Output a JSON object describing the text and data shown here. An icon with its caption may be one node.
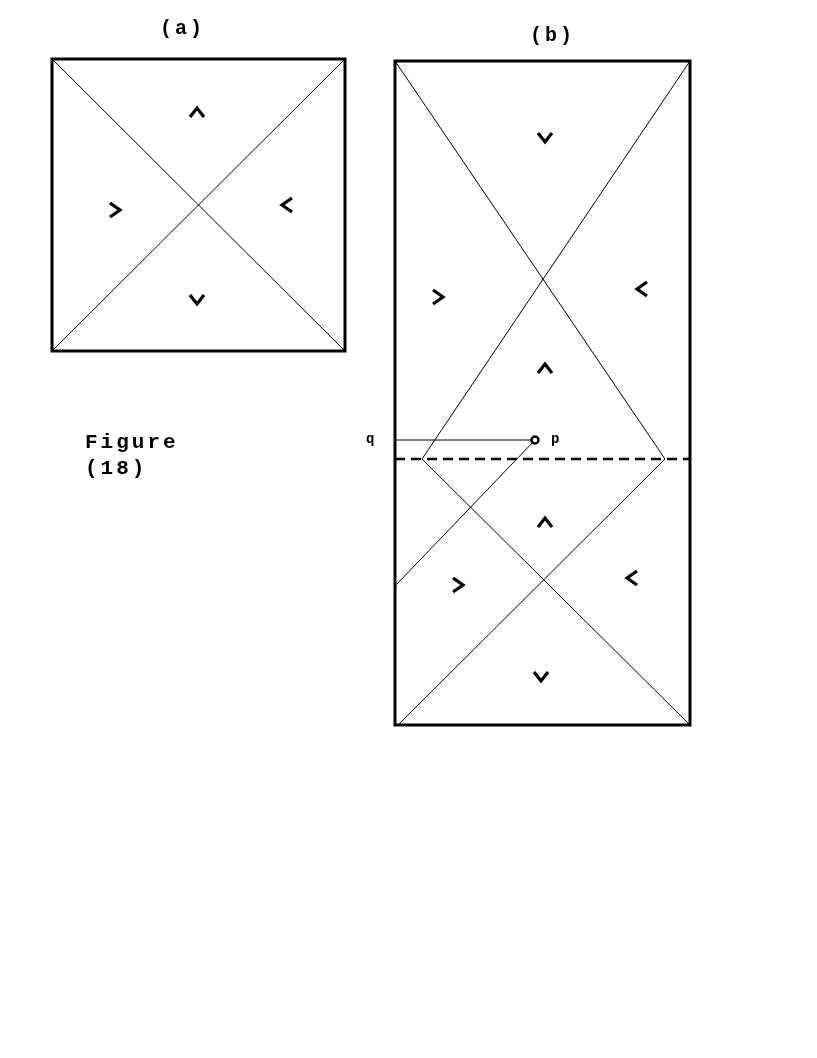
{
  "diagram": {
    "labels": [
      "(a)",
      "(b)",
      "Figure (18)",
      "q",
      "p"
    ]
  }
}
